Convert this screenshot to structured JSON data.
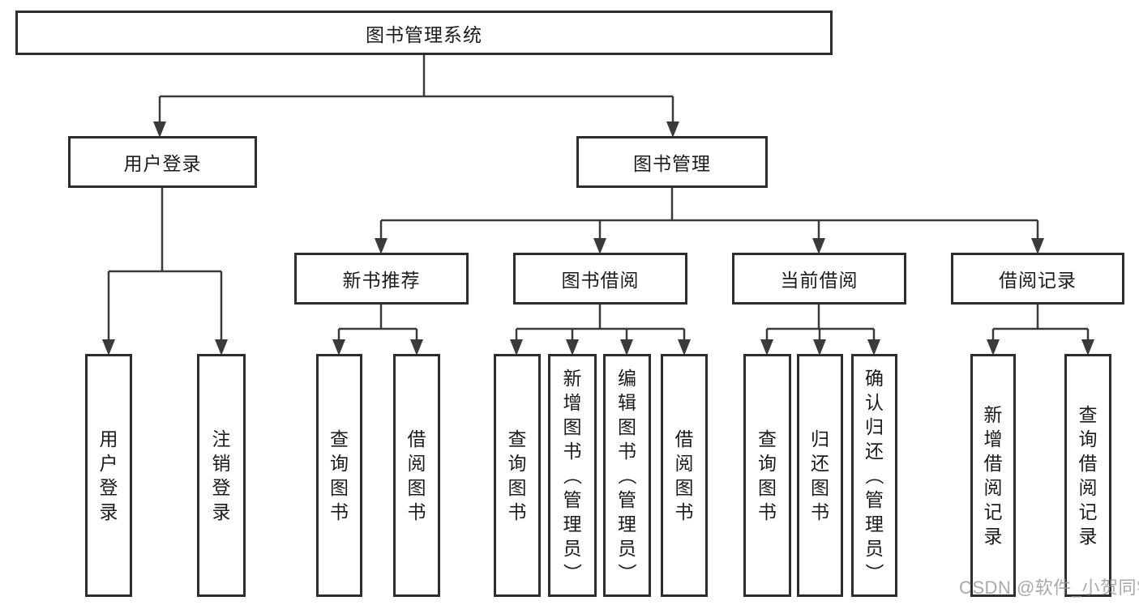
{
  "tree": {
    "label": "图书管理系统",
    "children": [
      {
        "label": "用户登录",
        "children": [
          {
            "label": "用户登录"
          },
          {
            "label": "注销登录"
          }
        ]
      },
      {
        "label": "图书管理",
        "children": [
          {
            "label": "新书推荐",
            "children": [
              {
                "label": "查询图书"
              },
              {
                "label": "借阅图书"
              }
            ]
          },
          {
            "label": "图书借阅",
            "children": [
              {
                "label": "查询图书"
              },
              {
                "label": "新增图书（管理员）"
              },
              {
                "label": "编辑图书（管理员）"
              },
              {
                "label": "借阅图书"
              }
            ]
          },
          {
            "label": "当前借阅",
            "children": [
              {
                "label": "查询图书"
              },
              {
                "label": "归还图书"
              },
              {
                "label": "确认归还（管理员）"
              }
            ]
          },
          {
            "label": "借阅记录",
            "children": [
              {
                "label": "新增借阅记录"
              },
              {
                "label": "查询借阅记录"
              }
            ]
          }
        ]
      }
    ]
  },
  "watermark": {
    "text": "CSDN @软件_小贺同学"
  },
  "colors": {
    "line": "#3a3a3a",
    "box_border": "#2d2d2d",
    "text": "#1b1b1b",
    "watermark": "#9b9b9f"
  }
}
